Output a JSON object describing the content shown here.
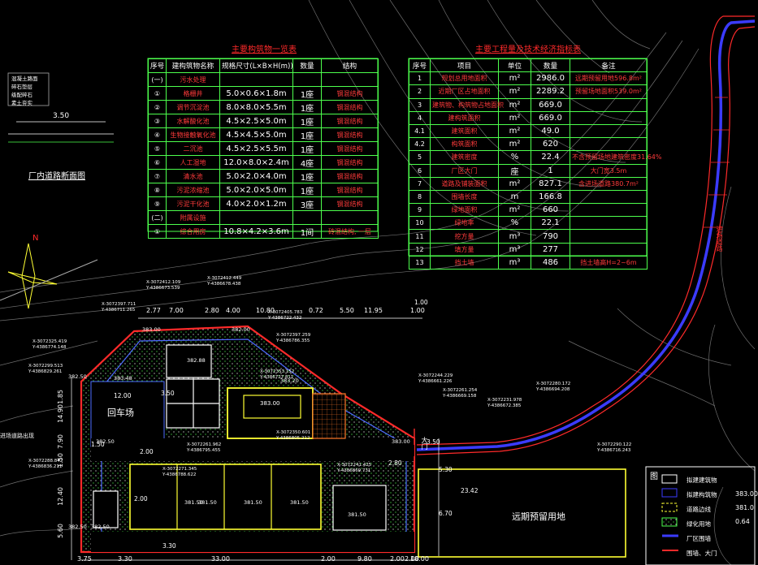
{
  "colors": {
    "background": "#000000",
    "table_border": "#4dff4d",
    "table_title": "#ff2a2a",
    "road": "#3b3bff",
    "road_edge": "#ff2a2a",
    "site_boundary": "#ff2a2a",
    "plant_boundary": "#ffff33",
    "dimension": "#ffffff",
    "contour": "#8a8a8a",
    "coordinate_text": "#ffffff"
  },
  "table1": {
    "title": "主要构筑物一览表",
    "headers": [
      "序号",
      "建构筑物名称",
      "规格尺寸(L×B×H(m))",
      "数量",
      "结构"
    ],
    "rows": [
      [
        "(一)",
        "污水处理",
        "",
        "",
        ""
      ],
      [
        "①",
        "格栅井",
        "5.0×0.6×1.8m",
        "1座",
        "钢混结构"
      ],
      [
        "②",
        "调节沉淀池",
        "8.0×8.0×5.5m",
        "1座",
        "钢混结构"
      ],
      [
        "③",
        "水解酸化池",
        "4.5×2.5×5.0m",
        "1座",
        "钢混结构"
      ],
      [
        "④",
        "生物接触氧化池",
        "4.5×4.5×5.0m",
        "1座",
        "钢混结构"
      ],
      [
        "⑤",
        "二沉池",
        "4.5×2.5×5.5m",
        "1座",
        "钢混结构"
      ],
      [
        "⑥",
        "人工湿地",
        "12.0×8.0×2.4m",
        "4座",
        "钢混结构"
      ],
      [
        "⑦",
        "清水池",
        "5.0×2.0×4.0m",
        "1座",
        "钢混结构"
      ],
      [
        "⑧",
        "污泥浓缩池",
        "5.0×2.0×5.0m",
        "1座",
        "钢混结构"
      ],
      [
        "⑨",
        "污泥干化池",
        "4.0×2.0×1.2m",
        "3座",
        "钢混结构"
      ],
      [
        "(二)",
        "附属设施",
        "",
        "",
        ""
      ],
      [
        "①",
        "综合用房",
        "10.8×4.2×3.6m",
        "1间",
        "砖混结构, 一层"
      ]
    ]
  },
  "table2": {
    "title": "主要工程量及技术经济指标表",
    "headers": [
      "序号",
      "项目",
      "单位",
      "数量",
      "备注"
    ],
    "rows": [
      [
        "1",
        "规划总用地面积",
        "m²",
        "2986.0",
        "远期预留用地596.8m²"
      ],
      [
        "2",
        "近期厂区占地面积",
        "m²",
        "2289.2",
        "预留场地面积539.0m²"
      ],
      [
        "3",
        "建筑物、构筑物占地面积",
        "m²",
        "669.0",
        ""
      ],
      [
        "4",
        "建构筑面积",
        "m²",
        "669.0",
        ""
      ],
      [
        "4.1",
        "建筑面积",
        "m²",
        "49.0",
        ""
      ],
      [
        "4.2",
        "构筑面积",
        "m²",
        "620",
        ""
      ],
      [
        "5",
        "建筑密度",
        "%",
        "22.4",
        "不含预留场地建筑密度31.64%"
      ],
      [
        "6",
        "厂区大门",
        "座",
        "1",
        "大门宽3.5m"
      ],
      [
        "7",
        "道路及铺装面积",
        "m²",
        "827.1",
        "含进场道路380.7m²"
      ],
      [
        "8",
        "围墙长度",
        "m",
        "166.8",
        ""
      ],
      [
        "9",
        "绿地面积",
        "m²",
        "660",
        ""
      ],
      [
        "10",
        "绿地率",
        "%",
        "22.1",
        ""
      ],
      [
        "11",
        "挖方量",
        "m³",
        "790",
        ""
      ],
      [
        "12",
        "填方量",
        "m³",
        "277",
        ""
      ],
      [
        "13",
        "挡土墙",
        "m³",
        "486",
        "挡土墙高H=2~6m"
      ]
    ]
  },
  "section_detail": {
    "title": "厂内道路断面图",
    "width_label": "3.50",
    "legend": [
      "混凝土路面",
      "碎石垫层",
      "级配碎石",
      "素土夯实"
    ]
  },
  "dimensions": {
    "top_chain": [
      "2.77",
      "7.00",
      "2.80",
      "4.00",
      "10.80",
      "0.72",
      "5.50",
      "11.95",
      "1.00"
    ],
    "bottom_chain": [
      "3.75",
      "3.30",
      "33.00",
      "2.00",
      "9.80",
      "2.00",
      "2.00",
      "18.00"
    ],
    "left_chain": [
      "1.85",
      "14.90",
      "7.90",
      "1.50",
      "12.40",
      "5.60"
    ],
    "misc": [
      "12.00",
      "1.50",
      "2.00",
      "2.80",
      "6.70",
      "5.30",
      "3.50",
      "23.42",
      "3.50",
      "2.00",
      "3.30",
      "1.00"
    ]
  },
  "labels": {
    "parking": "回车场",
    "reserve_area": "远期预留用地",
    "entrance": "大门",
    "road_label": "进场道路",
    "small_box": "383.00",
    "near_road": "进场道路出现"
  },
  "elevations": [
    "382.50",
    "383.48",
    "382.50",
    "383.00",
    "382.00",
    "381.50",
    "381.50",
    "381.50",
    "381.50",
    "382.50",
    "383.00",
    "382.50",
    "381.50",
    "382.88",
    "383.20"
  ],
  "coordinates": [
    "X-3072412.109\nY-4386673.539",
    "X-3072412.449\nY-4386678.438",
    "X-3072397.711\nY-4386711.265",
    "X-3072405.783\nY-4386722.432",
    "X-3072397.259\nY-4386786.355",
    "X-3072353.152\nY-4386727.811",
    "X-3072350.601\nY-4386805.212",
    "X-3072325.419\nY-4386774.148",
    "X-3072299.513\nY-4386829.261",
    "X-3072288.842\nY-4386836.211",
    "X-3072271.345\nY-4386788.622",
    "X-3072261.962\nY-4386795.455",
    "X-3072241.425\nY-4386869.731",
    "X-3072244.229\nY-4386661.226",
    "X-3072261.254\nY-4386669.158",
    "X-3072231.978\nY-4386672.385",
    "X-3072280.172\nY-4386694.208",
    "X-3072290.122\nY-4386716.243"
  ],
  "legend_panel": {
    "title": "图",
    "items": [
      "拟建建筑物",
      "拟建构筑物",
      "道路边线",
      "绿化用地",
      "厂区围墙",
      "围墙、大门"
    ],
    "values": [
      "383.00",
      "381.0",
      "0.64"
    ]
  },
  "north_arrow": "N"
}
